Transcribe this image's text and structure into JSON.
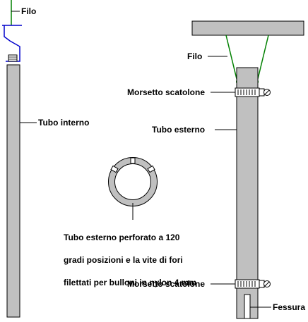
{
  "labels": {
    "filo_left": "Filo",
    "tubo_interno": "Tubo interno",
    "filo_right": "Filo",
    "morsetto_top": "Morsetto scatolone",
    "tubo_esterno": "Tubo esterno",
    "morsetto_bottom": "Morsetto scatolone",
    "fessura": "Fessura",
    "note_line1": "Tubo esterno perforato a 120",
    "note_line2": "gradi posizioni e la vite di fori",
    "note_line3": "filettati per bulloni in nylon 4 mm"
  },
  "colors": {
    "tube_fill": "#c0c0c0",
    "ceiling_fill": "#c0c0c0",
    "wire": "#008000",
    "hook": "#0000cc",
    "outline": "#000000"
  }
}
